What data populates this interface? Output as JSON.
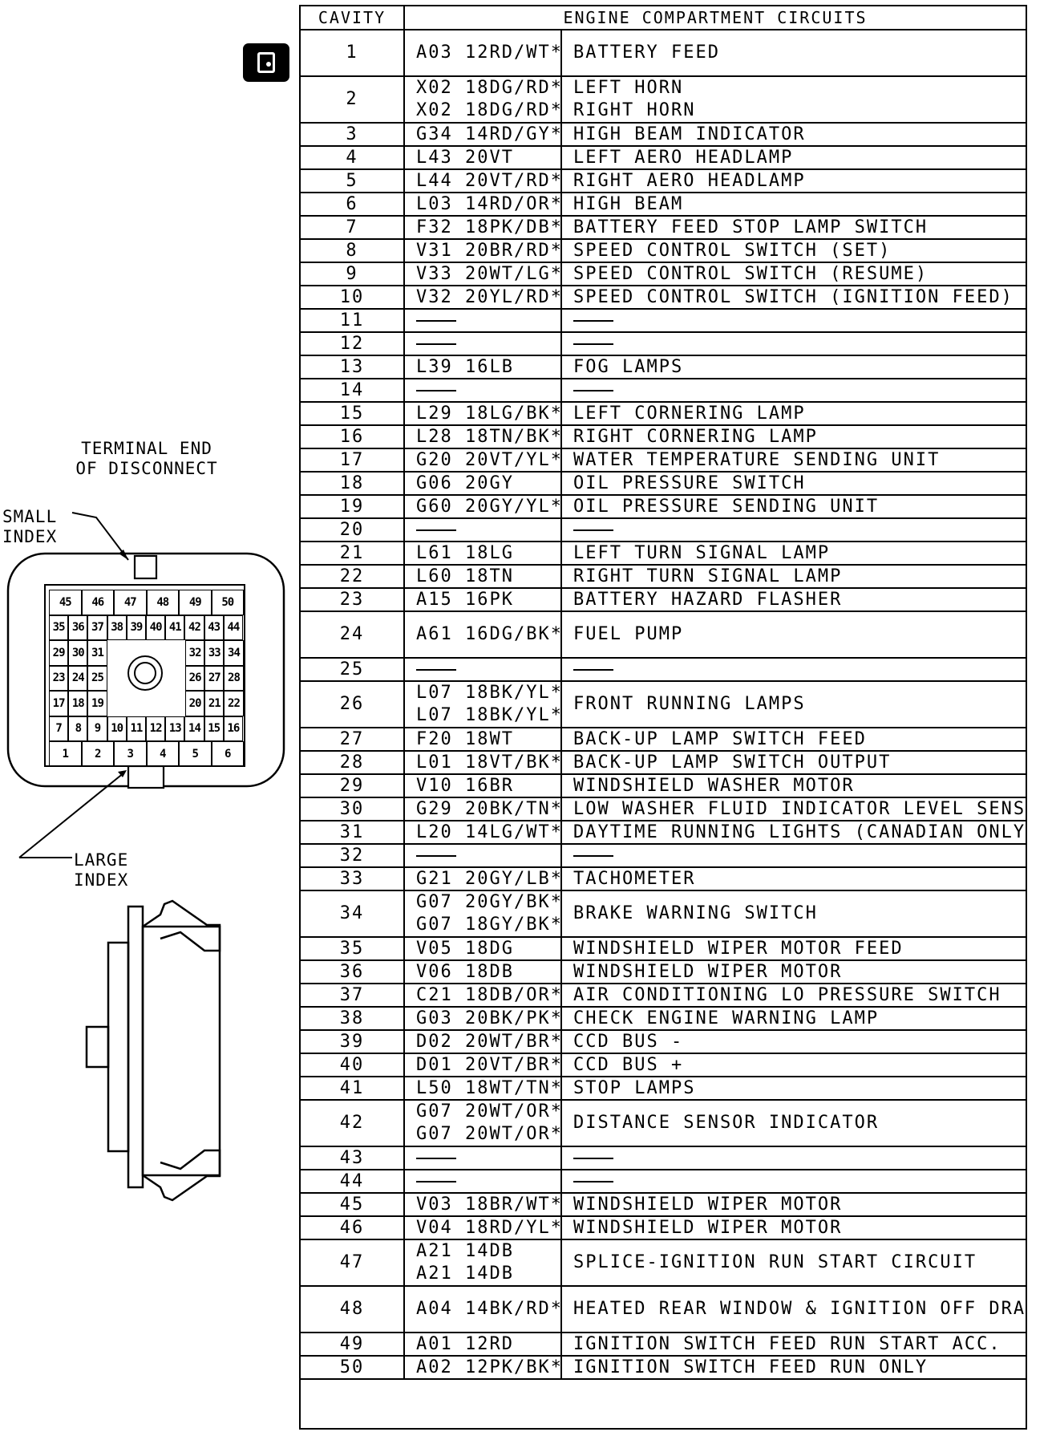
{
  "figure": {
    "caption_terminal": [
      "TERMINAL END",
      "OF DISCONNECT"
    ],
    "label_small_index": [
      "SMALL",
      "INDEX"
    ],
    "label_large_index": [
      "LARGE",
      "INDEX"
    ],
    "pin_rows": [
      [
        "45",
        "46",
        "47",
        "48",
        "49",
        "50"
      ],
      [
        "35",
        "36",
        "37",
        "38",
        "39",
        "40",
        "41",
        "42",
        "43",
        "44"
      ],
      [
        "29",
        "30",
        "31",
        "32",
        "33",
        "34"
      ],
      [
        "23",
        "24",
        "25",
        "26",
        "27",
        "28"
      ],
      [
        "17",
        "18",
        "19",
        "20",
        "21",
        "22"
      ],
      [
        "7",
        "8",
        "9",
        "10",
        "11",
        "12",
        "13",
        "14",
        "15",
        "16"
      ],
      [
        "1",
        "2",
        "3",
        "4",
        "5",
        "6"
      ]
    ]
  },
  "table": {
    "headers": {
      "cavity": "CAVITY",
      "circuits": "ENGINE COMPARTMENT CIRCUITS"
    },
    "rows": [
      {
        "cavity": "1",
        "wires": [
          "A03 12RD/WT*"
        ],
        "desc": [
          "BATTERY FEED"
        ]
      },
      {
        "cavity": "2",
        "wires": [
          "X02 18DG/RD*",
          "X02 18DG/RD*"
        ],
        "desc": [
          "LEFT HORN",
          "RIGHT HORN"
        ]
      },
      {
        "cavity": "3",
        "wires": [
          "G34 14RD/GY*"
        ],
        "desc": [
          "HIGH BEAM INDICATOR"
        ]
      },
      {
        "cavity": "4",
        "wires": [
          "L43 20VT"
        ],
        "desc": [
          "LEFT AERO HEADLAMP"
        ]
      },
      {
        "cavity": "5",
        "wires": [
          "L44 20VT/RD*"
        ],
        "desc": [
          "RIGHT AERO HEADLAMP"
        ]
      },
      {
        "cavity": "6",
        "wires": [
          "L03 14RD/OR*"
        ],
        "desc": [
          "HIGH BEAM"
        ]
      },
      {
        "cavity": "7",
        "wires": [
          "F32 18PK/DB*"
        ],
        "desc": [
          "BATTERY FEED STOP LAMP SWITCH"
        ]
      },
      {
        "cavity": "8",
        "wires": [
          "V31 20BR/RD*"
        ],
        "desc": [
          "SPEED CONTROL SWITCH (SET)"
        ]
      },
      {
        "cavity": "9",
        "wires": [
          "V33 20WT/LG*"
        ],
        "desc": [
          "SPEED CONTROL SWITCH (RESUME)"
        ]
      },
      {
        "cavity": "10",
        "wires": [
          "V32 20YL/RD*"
        ],
        "desc": [
          "SPEED CONTROL SWITCH (IGNITION FEED)"
        ]
      },
      {
        "cavity": "11",
        "wires": [],
        "desc": []
      },
      {
        "cavity": "12",
        "wires": [],
        "desc": []
      },
      {
        "cavity": "13",
        "wires": [
          "L39 16LB"
        ],
        "desc": [
          "FOG LAMPS"
        ]
      },
      {
        "cavity": "14",
        "wires": [],
        "desc": []
      },
      {
        "cavity": "15",
        "wires": [
          "L29 18LG/BK*"
        ],
        "desc": [
          "LEFT CORNERING LAMP"
        ]
      },
      {
        "cavity": "16",
        "wires": [
          "L28 18TN/BK*"
        ],
        "desc": [
          "RIGHT CORNERING LAMP"
        ]
      },
      {
        "cavity": "17",
        "wires": [
          "G20 20VT/YL*"
        ],
        "desc": [
          "WATER TEMPERATURE SENDING UNIT"
        ]
      },
      {
        "cavity": "18",
        "wires": [
          "G06 20GY"
        ],
        "desc": [
          "OIL PRESSURE SWITCH"
        ]
      },
      {
        "cavity": "19",
        "wires": [
          "G60 20GY/YL*"
        ],
        "desc": [
          "OIL PRESSURE SENDING UNIT"
        ]
      },
      {
        "cavity": "20",
        "wires": [],
        "desc": []
      },
      {
        "cavity": "21",
        "wires": [
          "L61 18LG"
        ],
        "desc": [
          "LEFT TURN SIGNAL LAMP"
        ]
      },
      {
        "cavity": "22",
        "wires": [
          "L60 18TN"
        ],
        "desc": [
          "RIGHT TURN SIGNAL LAMP"
        ]
      },
      {
        "cavity": "23",
        "wires": [
          "A15 16PK"
        ],
        "desc": [
          "BATTERY HAZARD FLASHER"
        ]
      },
      {
        "cavity": "24",
        "wires": [
          "A61 16DG/BK*"
        ],
        "desc": [
          "FUEL PUMP"
        ]
      },
      {
        "cavity": "25",
        "wires": [],
        "desc": []
      },
      {
        "cavity": "26",
        "wires": [
          "L07 18BK/YL*",
          "L07 18BK/YL*"
        ],
        "desc": [
          "FRONT RUNNING LAMPS"
        ]
      },
      {
        "cavity": "27",
        "wires": [
          "F20 18WT"
        ],
        "desc": [
          "BACK-UP LAMP SWITCH FEED"
        ]
      },
      {
        "cavity": "28",
        "wires": [
          "L01 18VT/BK*"
        ],
        "desc": [
          "BACK-UP LAMP SWITCH OUTPUT"
        ]
      },
      {
        "cavity": "29",
        "wires": [
          "V10 16BR"
        ],
        "desc": [
          "WINDSHIELD WASHER MOTOR"
        ]
      },
      {
        "cavity": "30",
        "wires": [
          "G29 20BK/TN*"
        ],
        "desc": [
          "LOW WASHER FLUID INDICATOR LEVEL SENSOR"
        ]
      },
      {
        "cavity": "31",
        "wires": [
          "L20 14LG/WT*"
        ],
        "desc": [
          "DAYTIME RUNNING LIGHTS (CANADIAN ONLY)"
        ]
      },
      {
        "cavity": "32",
        "wires": [],
        "desc": []
      },
      {
        "cavity": "33",
        "wires": [
          "G21 20GY/LB*"
        ],
        "desc": [
          "TACHOMETER"
        ]
      },
      {
        "cavity": "34",
        "wires": [
          "G07 20GY/BK*",
          "G07 18GY/BK*"
        ],
        "desc": [
          "BRAKE WARNING SWITCH"
        ]
      },
      {
        "cavity": "35",
        "wires": [
          "V05 18DG"
        ],
        "desc": [
          "WINDSHIELD WIPER MOTOR FEED"
        ]
      },
      {
        "cavity": "36",
        "wires": [
          "V06 18DB"
        ],
        "desc": [
          "WINDSHIELD WIPER MOTOR"
        ]
      },
      {
        "cavity": "37",
        "wires": [
          "C21 18DB/OR*"
        ],
        "desc": [
          "AIR CONDITIONING LO PRESSURE SWITCH"
        ]
      },
      {
        "cavity": "38",
        "wires": [
          "G03 20BK/PK*"
        ],
        "desc": [
          "CHECK ENGINE WARNING LAMP"
        ]
      },
      {
        "cavity": "39",
        "wires": [
          "D02 20WT/BR*"
        ],
        "desc": [
          "CCD BUS -"
        ]
      },
      {
        "cavity": "40",
        "wires": [
          "D01 20VT/BR*"
        ],
        "desc": [
          "CCD BUS +"
        ]
      },
      {
        "cavity": "41",
        "wires": [
          "L50 18WT/TN*"
        ],
        "desc": [
          "STOP LAMPS"
        ]
      },
      {
        "cavity": "42",
        "wires": [
          "G07 20WT/OR*",
          "G07 20WT/OR*"
        ],
        "desc": [
          "DISTANCE SENSOR INDICATOR"
        ]
      },
      {
        "cavity": "43",
        "wires": [],
        "desc": []
      },
      {
        "cavity": "44",
        "wires": [],
        "desc": []
      },
      {
        "cavity": "45",
        "wires": [
          "V03 18BR/WT*"
        ],
        "desc": [
          "WINDSHIELD WIPER MOTOR"
        ]
      },
      {
        "cavity": "46",
        "wires": [
          "V04 18RD/YL*"
        ],
        "desc": [
          "WINDSHIELD WIPER MOTOR"
        ]
      },
      {
        "cavity": "47",
        "wires": [
          "A21 14DB",
          "A21 14DB"
        ],
        "desc": [
          "SPLICE-IGNITION RUN START CIRCUIT"
        ]
      },
      {
        "cavity": "48",
        "wires": [
          "A04 14BK/RD*"
        ],
        "desc": [
          "HEATED REAR WINDOW & IGNITION OFF DRAW"
        ]
      },
      {
        "cavity": "49",
        "wires": [
          "A01 12RD"
        ],
        "desc": [
          "IGNITION SWITCH FEED RUN START ACC."
        ]
      },
      {
        "cavity": "50",
        "wires": [
          "A02 12PK/BK*"
        ],
        "desc": [
          "IGNITION SWITCH FEED RUN ONLY"
        ]
      }
    ]
  }
}
